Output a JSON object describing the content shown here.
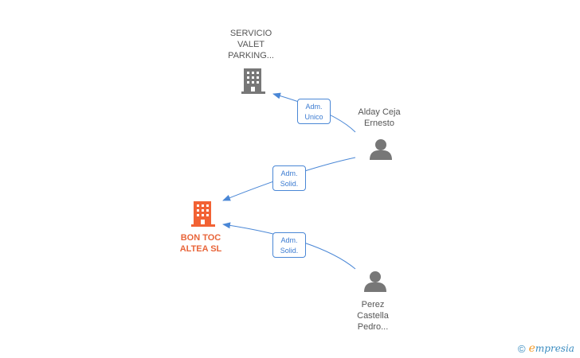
{
  "nodes": {
    "servicio": {
      "label_lines": [
        "SERVICIO",
        "VALET",
        "PARKING..."
      ],
      "type": "company",
      "color": "#777777"
    },
    "bontoc": {
      "label_lines": [
        "BON TOC",
        "ALTEA SL"
      ],
      "type": "company",
      "color": "#f26234"
    },
    "alday": {
      "label_lines": [
        "Alday Ceja",
        "Ernesto"
      ],
      "type": "person",
      "color": "#777777"
    },
    "perez": {
      "label_lines": [
        "Perez",
        "Castella",
        "Pedro..."
      ],
      "type": "person",
      "color": "#777777"
    }
  },
  "edges": {
    "alday_servicio": {
      "label_lines": [
        "Adm.",
        "Unico"
      ]
    },
    "alday_bontoc": {
      "label_lines": [
        "Adm.",
        "Solid."
      ]
    },
    "perez_bontoc": {
      "label_lines": [
        "Adm.",
        "Solid."
      ]
    }
  },
  "colors": {
    "edge": "#4a87d6"
  },
  "footer": {
    "symbol": "©",
    "brand_initial": "e",
    "brand_rest": "mpresia"
  }
}
